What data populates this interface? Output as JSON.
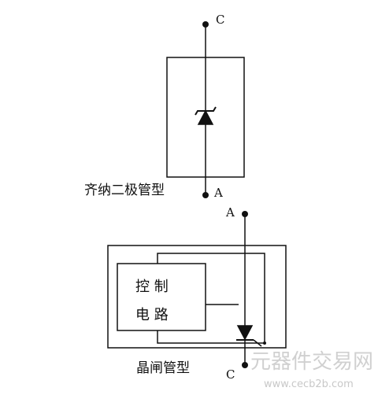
{
  "zener": {
    "terminal_top": "C",
    "terminal_bottom": "A",
    "caption": "齐纳二极管型"
  },
  "thyristor": {
    "terminal_top": "A",
    "terminal_bottom": "C",
    "caption": "晶闸管型",
    "control_line1": "控 制",
    "control_line2": "电 路"
  },
  "watermark": {
    "title": "元器件交易网",
    "url": "www.cecb2b.com"
  },
  "colors": {
    "line": "#111111",
    "watermark": "#cfcfcf",
    "watermark_accent": "#d98a8a"
  }
}
